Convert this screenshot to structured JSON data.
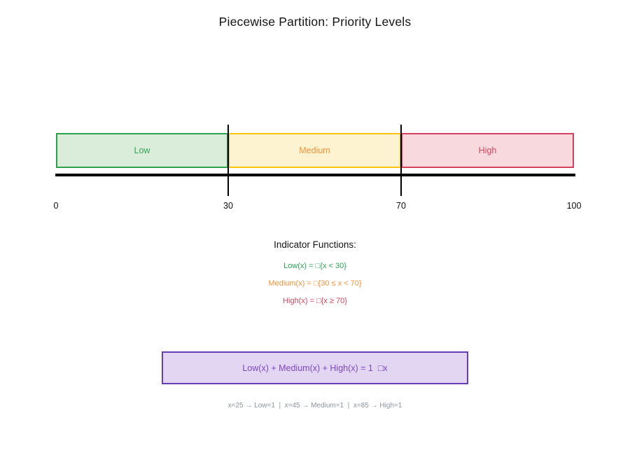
{
  "title": "Piecewise Partition: Priority Levels",
  "number_line": {
    "axis_color": "#000000",
    "tick_labels": [
      "0",
      "30",
      "70",
      "100"
    ],
    "boundaries": [
      30,
      70
    ],
    "segments": [
      {
        "label": "Low",
        "range_start": 0,
        "range_end": 30,
        "fill": "#d9edda",
        "border": "#2ca24a",
        "text_color": "#33a555"
      },
      {
        "label": "Medium",
        "range_start": 30,
        "range_end": 70,
        "fill": "#fdf3d0",
        "border": "#fac40c",
        "text_color": "#f5923a"
      },
      {
        "label": "High",
        "range_start": 70,
        "range_end": 100,
        "fill": "#f8dade",
        "border": "#d6405a",
        "text_color": "#d6455e"
      }
    ]
  },
  "indicators": {
    "heading": "Indicator Functions:",
    "lines": [
      {
        "text": "Low(x) = □{x < 30}",
        "color": "#2fa355"
      },
      {
        "text": "Medium(x) = □{30 ≤ x < 70}",
        "color": "#f5923a"
      },
      {
        "text": "High(x) = □{x ≥ 70}",
        "color": "#d6455e"
      }
    ]
  },
  "sum_identity": {
    "text": "Low(x) + Medium(x) + High(x) = 1  □x",
    "fill": "#e3d6f2",
    "border": "#6a3db8",
    "text_color": "#7d44c4"
  },
  "examples": {
    "text": "x=25 → Low=1  |  x=45 → Medium=1  |  x=85 → High=1",
    "color": "#8b95a0"
  }
}
